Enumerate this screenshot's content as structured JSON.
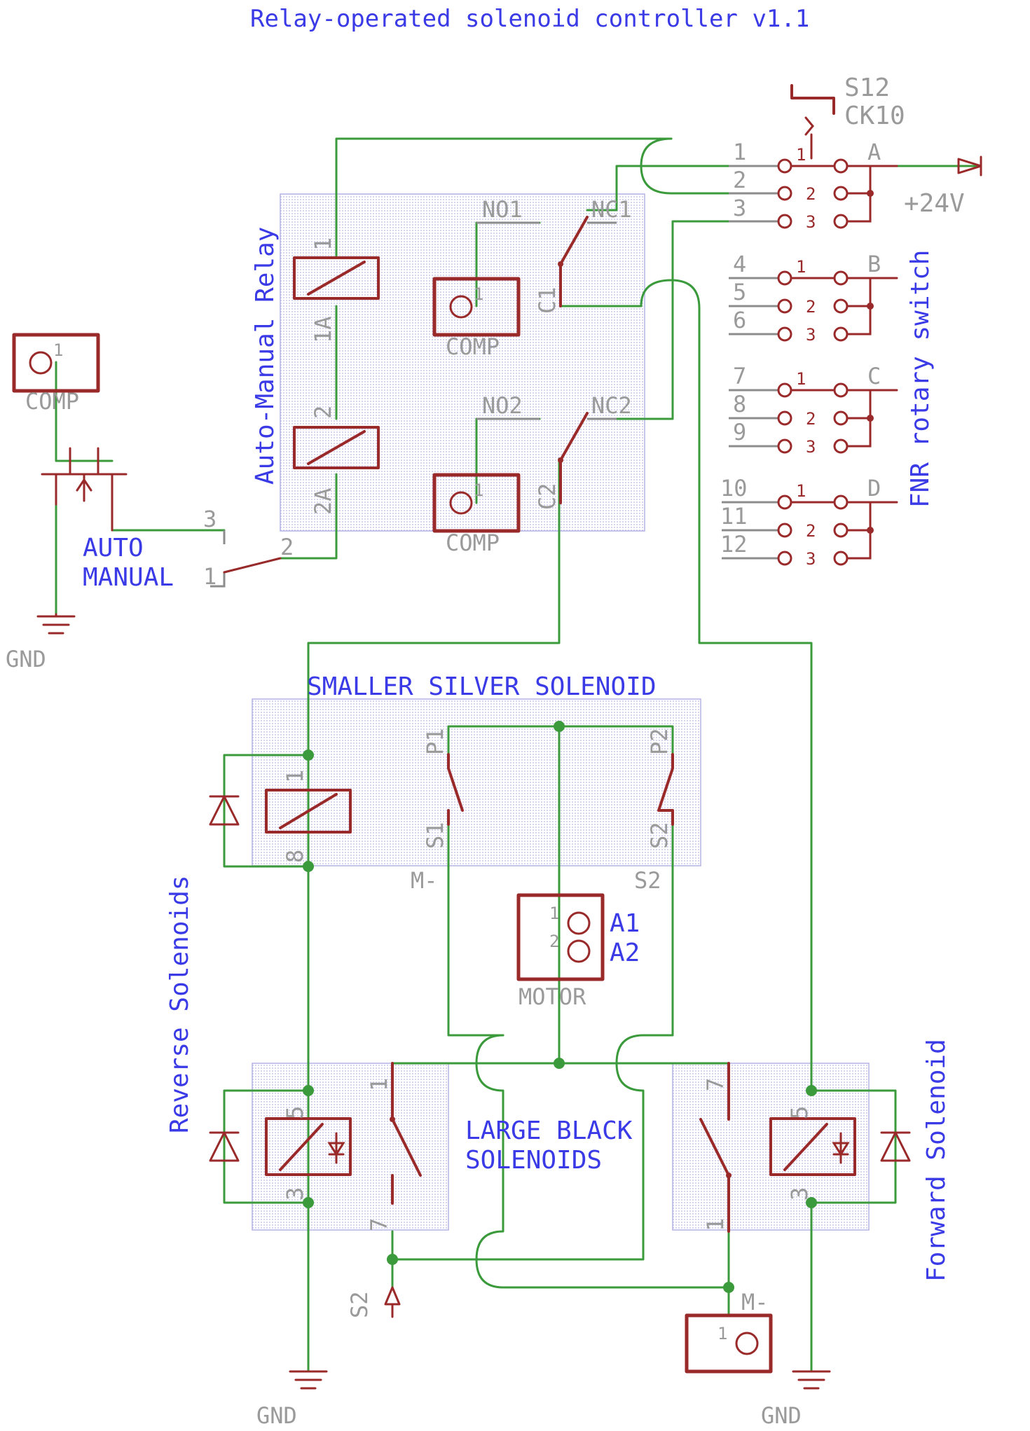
{
  "title": "Relay-operated solenoid controller v1.1",
  "labels": {
    "auto_manual_relay": "Auto-Manual Relay",
    "fnr_rotary_switch": "FNR rotary switch",
    "auto": "AUTO",
    "manual": "MANUAL",
    "smaller_silver_solenoid": "SMALLER SILVER SOLENOID",
    "large_black_line1": "LARGE BLACK",
    "large_black_line2": "SOLENOIDS",
    "reverse_solenoids": "Reverse Solenoids",
    "forward_solenoid": "Forward Solenoid",
    "plus24v": "+24V",
    "a1": "A1",
    "a2": "A2"
  },
  "names": {
    "s12": "S12",
    "ck10": "CK10",
    "comp": "COMP",
    "gnd": "GND",
    "motor": "MOTOR",
    "m_minus": "M-",
    "s2": "S2"
  },
  "pins": {
    "no1": "NO1",
    "nc1": "NC1",
    "no2": "NO2",
    "nc2": "NC2",
    "c1": "C1",
    "c2": "C2",
    "p1": "P1",
    "p2": "P2",
    "s1": "S1",
    "s2": "S2",
    "one": "1",
    "two": "2",
    "three": "3",
    "four": "4",
    "five": "5",
    "six": "6",
    "seven": "7",
    "eight": "8",
    "nine": "9",
    "ten": "10",
    "eleven": "11",
    "twelve": "12",
    "one_a": "1A",
    "two_a": "2A",
    "pos_a": "A",
    "pos_b": "B",
    "pos_c": "C",
    "pos_d": "D"
  },
  "colors": {
    "wire": "#3b9a3b",
    "symbol": "#9a2a2a",
    "text": "#3a3ae6",
    "name": "#9a9a9a"
  }
}
